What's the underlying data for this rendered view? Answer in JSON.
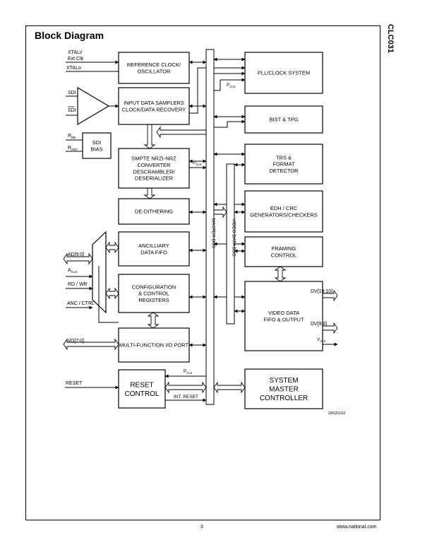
{
  "page": {
    "title": "Block Diagram",
    "part_number": "CLC031",
    "page_number": "3",
    "website": "www.national.com",
    "figure_id": "20020102"
  },
  "blocks": {
    "ref_clock": [
      "REFERENCE CLOCK/",
      "OSCILLATOR"
    ],
    "input_samplers": [
      "INPUT DATA SAMPLERS",
      "CLOCK/DATA RECOVERY"
    ],
    "sdi_bias": [
      "SDI",
      "BIAS"
    ],
    "smpte": [
      "SMPTE NRZI-NRZ",
      "CONVERTER",
      "DESCRAMBLER/",
      "DESERIALIZER"
    ],
    "dedither": [
      "DE-DITHERING"
    ],
    "anc_fifo": [
      "ANCILLIARY",
      "DATA FIFO"
    ],
    "config": [
      "CONFIGURATION",
      "& CONTROL",
      "REGISTERS"
    ],
    "mfio": [
      "MULTI-FUNCTION I/O PORT"
    ],
    "reset": [
      "RESET",
      "CONTROL"
    ],
    "pll": [
      "PLL/CLOCK SYSTEM"
    ],
    "bist": [
      "BIST & TPG"
    ],
    "trs": [
      "TRS &",
      "FORMAT",
      "DETECTOR"
    ],
    "edh": [
      "EDH / CRC",
      "GENERATORS/CHECKERS"
    ],
    "framing": [
      "FRAMING",
      "CONTROL"
    ],
    "video_fifo": [
      "VIDEO DATA",
      "FIFO & OUTPUT"
    ],
    "sys_master": [
      "SYSTEM",
      "MASTER",
      "CONTROLLER"
    ]
  },
  "buses": {
    "master": "MASTER BUS",
    "video": "VIDEO DATA BUS"
  },
  "signals": {
    "xtali": "XTALi/",
    "ext_clk": "Ext Clk",
    "xtalo": "XTALo",
    "sdi": "SDI",
    "sdi_bar": "SDI",
    "r_bb": "R",
    "r_bb_sub": "BB",
    "r_ref": "R",
    "r_ref_sub": "REF",
    "ad": "AD[9:0]",
    "a_clk": "A",
    "a_clk_sub": "CLK",
    "rd_wr": "RD / ",
    "rd_wr_bar": "WR",
    "anc_ctrl": "ANC / ",
    "anc_ctrl_bar": "CTRL",
    "io": "I/O[7:0]",
    "reset": "RESET",
    "pclk": "P",
    "pclk_sub": "CLK",
    "int_reset": "INT. RESET",
    "dv_hi": "DV[19:10]",
    "dv_lo": "DV[9:0]",
    "vclk": "V",
    "vclk_sub": "CLK"
  }
}
